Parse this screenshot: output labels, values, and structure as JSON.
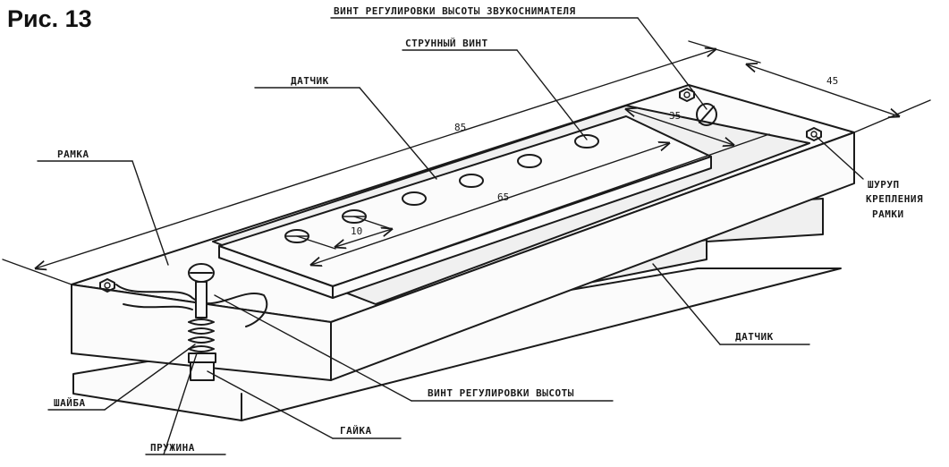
{
  "figure": {
    "title": "Рис. 13"
  },
  "labels": {
    "pickup_height_screw": "ВИНТ РЕГУЛИРОВКИ ВЫСОТЫ ЗВУКОСНИМАТЕЛЯ",
    "string_screw": "СТРУННЫЙ ВИНТ",
    "sensor_top": "ДАТЧИК",
    "frame": "РАМКА",
    "frame_screw_line1": "ШУРУП",
    "frame_screw_line2": "КРЕПЛЕНИЯ",
    "frame_screw_line3": "РАМКИ",
    "sensor_bottom": "ДАТЧИК",
    "height_screw": "ВИНТ РЕГУЛИРОВКИ ВЫСОТЫ",
    "washer": "ШАЙБА",
    "nut": "ГАЙКА",
    "spring": "ПРУЖИНА"
  },
  "dimensions": {
    "length_overall": "85",
    "width_overall": "45",
    "sensor_length": "65",
    "sensor_width": "35",
    "pole_spacing": "10"
  }
}
